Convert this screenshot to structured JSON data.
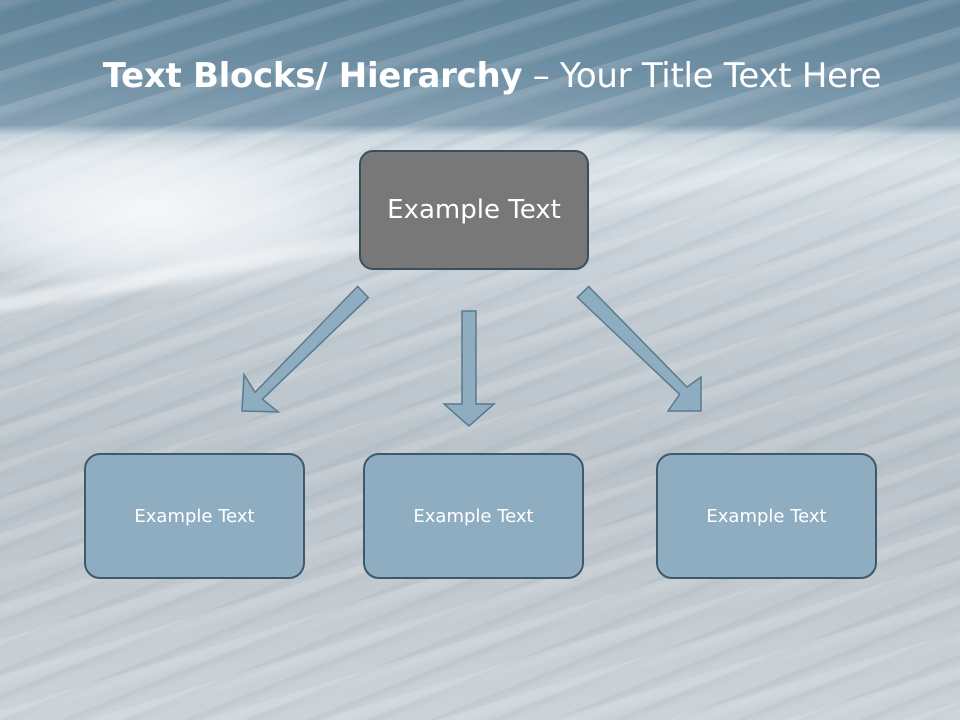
{
  "slide": {
    "title_bold": "Text Blocks/ Hierarchy",
    "title_regular": " – Your Title Text Here",
    "top_box": "Example Text",
    "children": [
      "Example Text",
      "Example Text",
      "Example Text"
    ]
  },
  "colors": {
    "top_box_fill": "#787878",
    "child_box_fill": "#8fadc0",
    "arrow_fill": "#8fadc0",
    "border": "#3d5a6c"
  },
  "icons": [
    "arrow-down-left-icon",
    "arrow-down-icon",
    "arrow-down-right-icon"
  ]
}
